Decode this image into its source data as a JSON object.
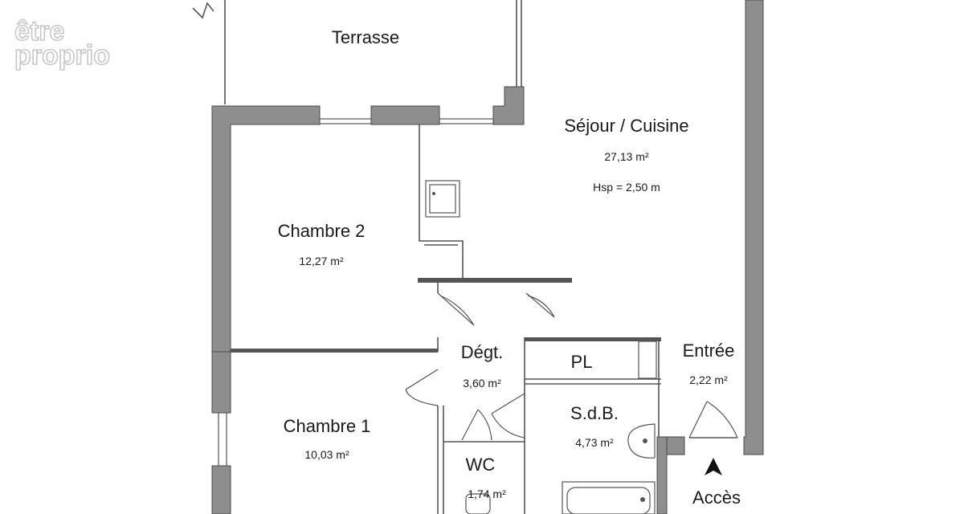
{
  "logo": {
    "line1": "être",
    "line2": "proprio"
  },
  "rooms": {
    "terrasse": {
      "name": "Terrasse"
    },
    "sejour": {
      "name": "Séjour / Cuisine",
      "area": "27,13 m²",
      "height": "Hsp = 2,50 m"
    },
    "chambre2": {
      "name": "Chambre 2",
      "area": "12,27 m²"
    },
    "chambre1": {
      "name": "Chambre 1",
      "area": "10,03 m²"
    },
    "degt": {
      "name": "Dégt.",
      "area": "3,60 m²"
    },
    "pl": {
      "name": "PL"
    },
    "entree": {
      "name": "Entrée",
      "area": "2,22 m²"
    },
    "sdb": {
      "name": "S.d.B.",
      "area": "4,73 m²"
    },
    "wc": {
      "name": "WC",
      "area": "1,74 m²"
    }
  },
  "acces": {
    "label": "Accès"
  }
}
